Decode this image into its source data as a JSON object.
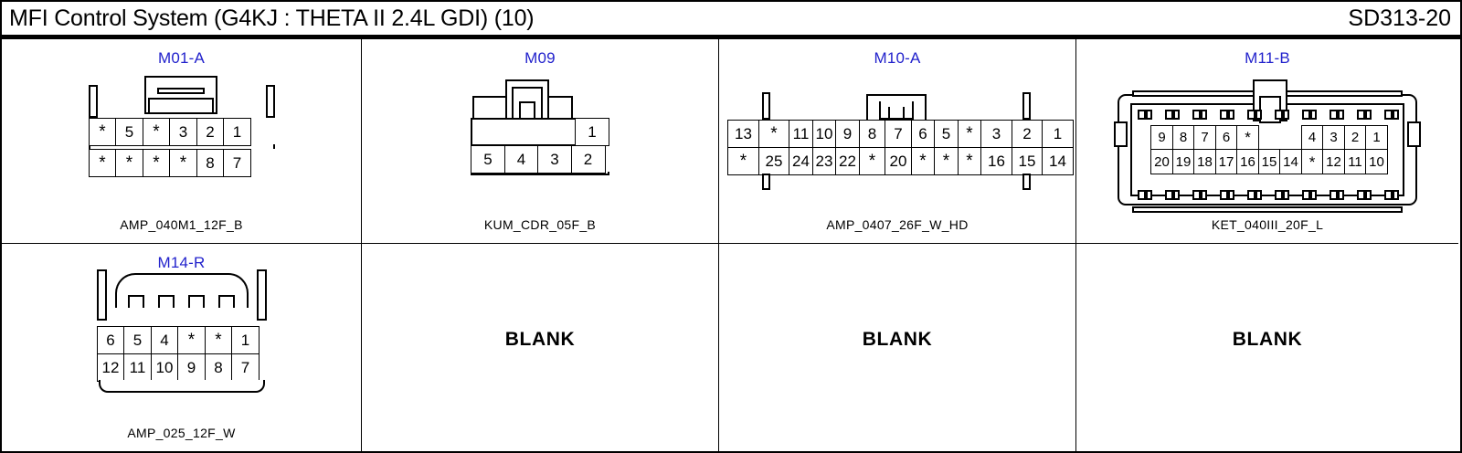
{
  "header": {
    "title": "MFI Control System  (G4KJ : THETA II 2.4L GDI) (10)",
    "sheet_code": "SD313-20"
  },
  "label_color": "#2222cc",
  "blank_text": "BLANK",
  "connectors": [
    {
      "id": "M01-A",
      "part": "AMP_040M1_12F_B",
      "shell": "amp-12f",
      "rows": [
        [
          "*",
          "5",
          "*",
          "3",
          "2",
          "1"
        ],
        [
          "*",
          "*",
          "*",
          "*",
          "8",
          "7"
        ]
      ]
    },
    {
      "id": "M09",
      "part": "KUM_CDR_05F_B",
      "shell": "kum-05f",
      "rows": [
        [
          "",
          "",
          "",
          "1"
        ],
        [
          "5",
          "4",
          "3",
          "2"
        ]
      ]
    },
    {
      "id": "M10-A",
      "part": "AMP_0407_26F_W_HD",
      "shell": "amp-26f",
      "rows": [
        [
          "13",
          "*",
          "11",
          "10",
          "9",
          "8",
          "7",
          "6",
          "5",
          "*",
          "3",
          "2",
          "1"
        ],
        [
          "*",
          "25",
          "24",
          "23",
          "22",
          "*",
          "20",
          "*",
          "*",
          "*",
          "16",
          "15",
          "14"
        ]
      ]
    },
    {
      "id": "M11-B",
      "part": "KET_040III_20F_L",
      "shell": "ket-20f",
      "rows": [
        [
          "9",
          "8",
          "7",
          "6",
          "*",
          "",
          "",
          "4",
          "3",
          "2",
          "1"
        ],
        [
          "20",
          "19",
          "18",
          "17",
          "16",
          "15",
          "14",
          "*",
          "12",
          "11",
          "10"
        ]
      ]
    },
    {
      "id": "M14-R",
      "part": "AMP_025_12F_W",
      "shell": "amp-025-12f",
      "rows": [
        [
          "6",
          "5",
          "4",
          "*",
          "*",
          "1"
        ],
        [
          "12",
          "11",
          "10",
          "9",
          "8",
          "7"
        ]
      ]
    },
    {
      "id": "",
      "part": "",
      "shell": "blank",
      "rows": []
    },
    {
      "id": "",
      "part": "",
      "shell": "blank",
      "rows": []
    },
    {
      "id": "",
      "part": "",
      "shell": "blank",
      "rows": []
    }
  ]
}
